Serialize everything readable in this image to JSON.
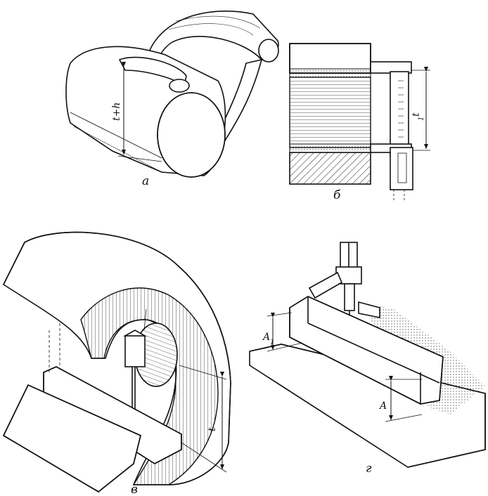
{
  "panels": {
    "a": {
      "label": "а",
      "dim": "t+h"
    },
    "b": {
      "label": "б",
      "dim": "t",
      "dim_sub": "1"
    },
    "v": {
      "label": "в",
      "dim": "t"
    },
    "g": {
      "label": "г",
      "dim_upper": "A",
      "dim_upper_sub": "1",
      "dim_lower": "A"
    }
  }
}
